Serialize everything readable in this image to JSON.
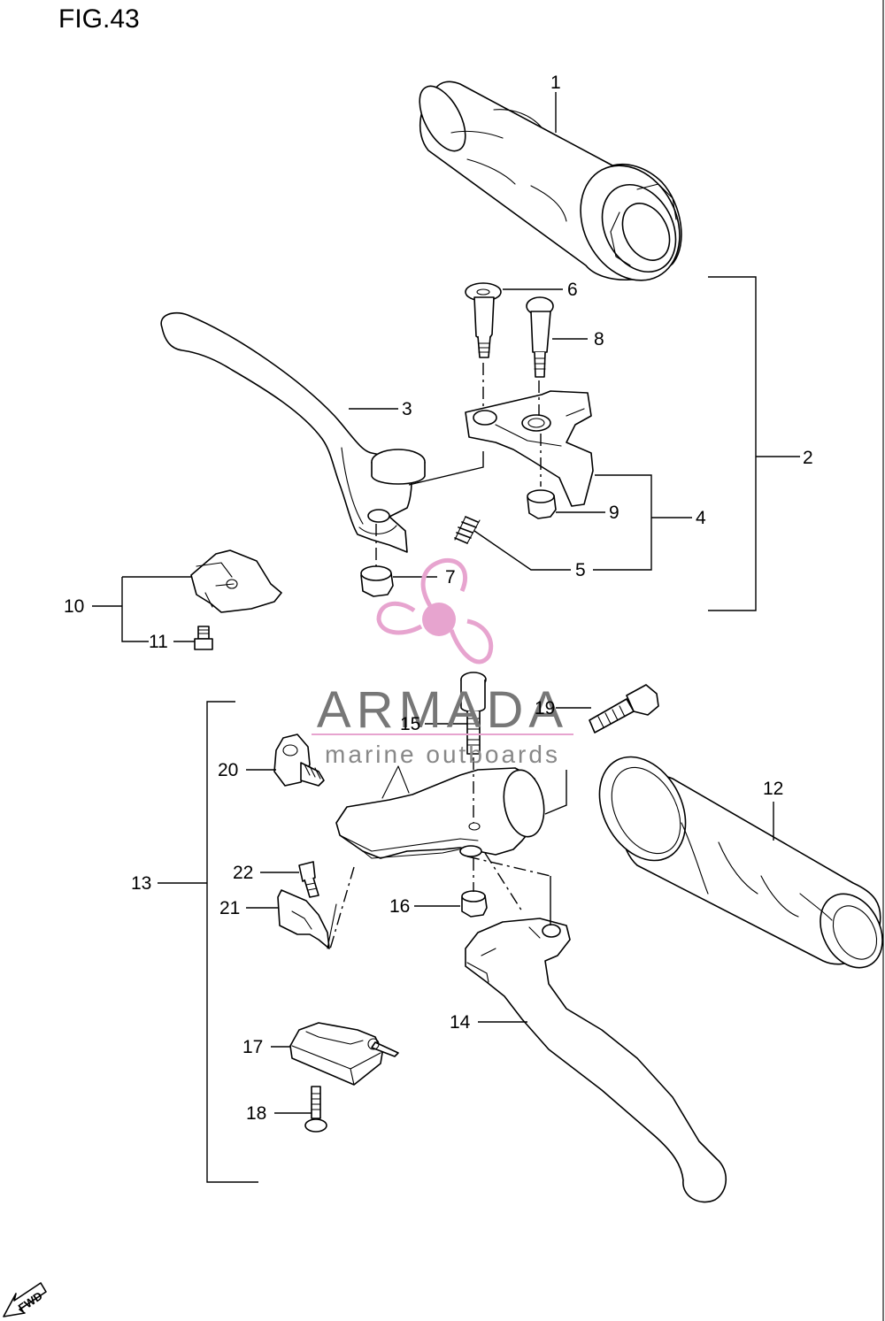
{
  "figure": {
    "label": "FIG.43"
  },
  "callouts": {
    "c1": "1",
    "c2": "2",
    "c3": "3",
    "c4": "4",
    "c5": "5",
    "c6": "6",
    "c7": "7",
    "c8": "8",
    "c9": "9",
    "c10": "10",
    "c11": "11",
    "c12": "12",
    "c13": "13",
    "c14": "14",
    "c15": "15",
    "c16": "16",
    "c17": "17",
    "c18": "18",
    "c19": "19",
    "c20": "20",
    "c21": "21",
    "c22": "22"
  },
  "watermark": {
    "brand": "ARMADA",
    "tagline": "marine outboards",
    "logo_color": "#e7a4cf"
  },
  "fwd_marker": {
    "label": "FWD"
  },
  "icons": {
    "logo": "propeller-logo-icon",
    "fwd": "fwd-arrow-icon"
  }
}
